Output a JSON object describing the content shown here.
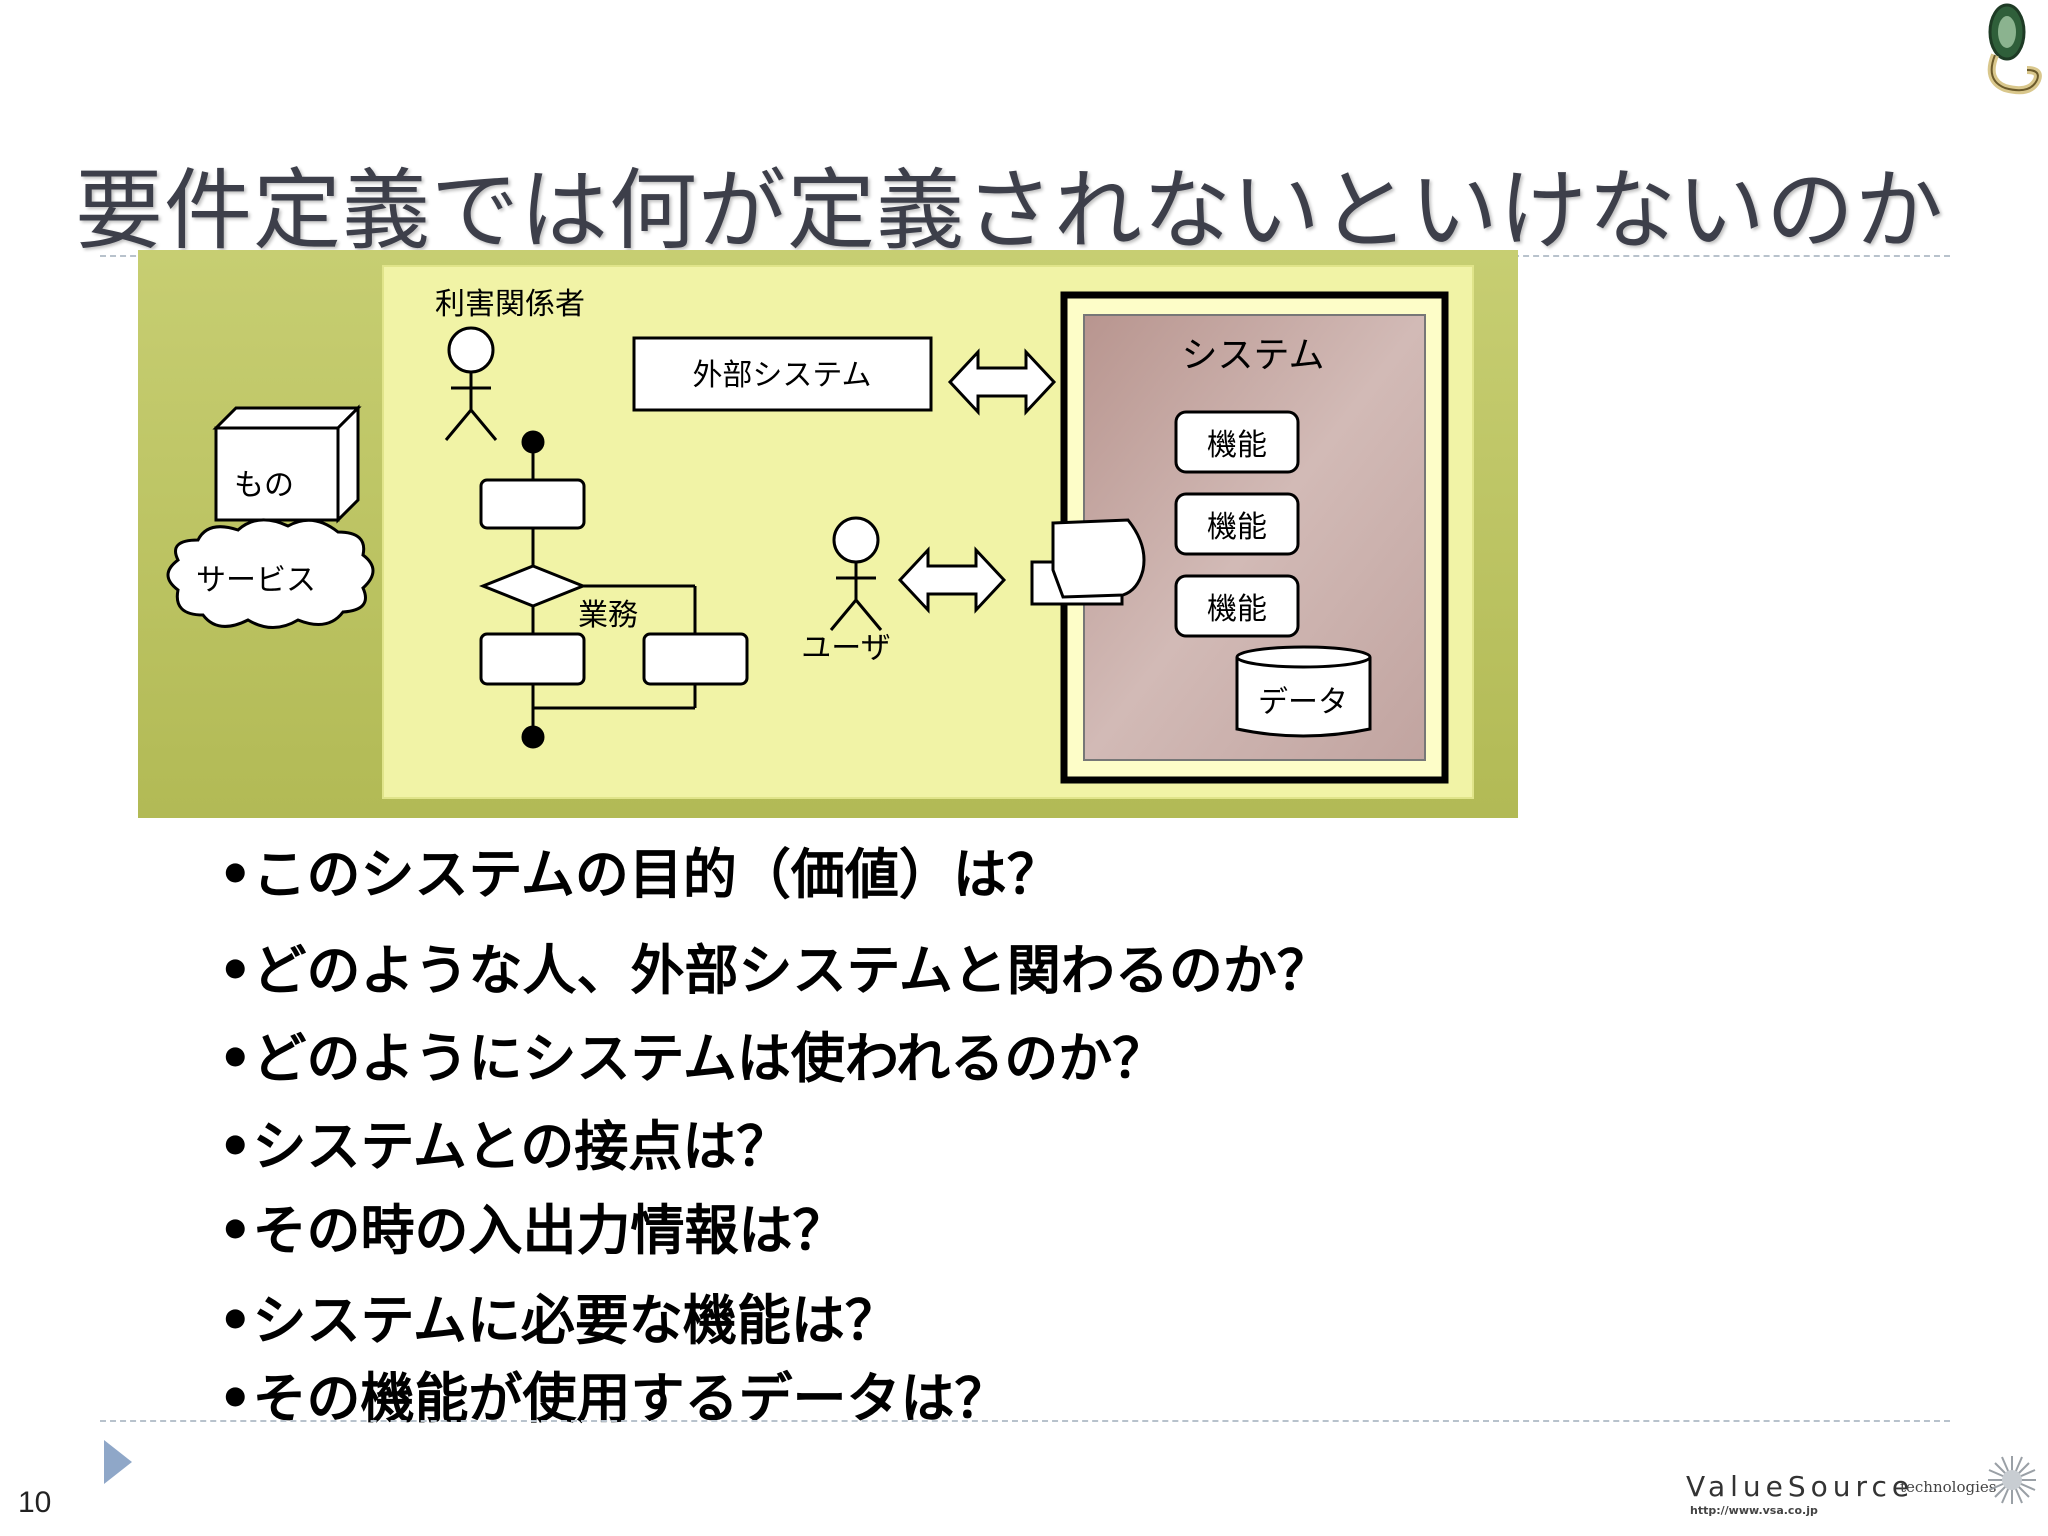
{
  "slide": {
    "title": "要件定義では何が定義されないといけないのか",
    "page_number": "10"
  },
  "diagram": {
    "stakeholder_label": "利害関係者",
    "external_system_label": "外部システム",
    "system_label": "システム",
    "function_labels": [
      "機能",
      "機能",
      "機能"
    ],
    "data_label": "データ",
    "business_label": "業務",
    "user_label": "ユーザ",
    "goods_label": "もの",
    "service_label": "サービス"
  },
  "bullets": [
    "•このシステムの目的（価値）は？",
    "•どのような人、外部システムと関わるのか？",
    "•どのようにシステムは使われるのか？",
    "•システムとの接点は？",
    "•その時の入出力情報は？",
    "•システムに必要な機能は？",
    "•その機能が使用するデータは？"
  ],
  "footer": {
    "logo_text": "ValueSource",
    "logo_sub": "technologies",
    "logo_url": "http://www.vsa.co.jp"
  },
  "colors": {
    "outer_panel": "#b7bf5e",
    "inner_panel": "#f1f3a6",
    "system_fill": "#c7a9a6",
    "title_text": "#3d3f4a",
    "accent_triangle": "#8fa7c8"
  }
}
